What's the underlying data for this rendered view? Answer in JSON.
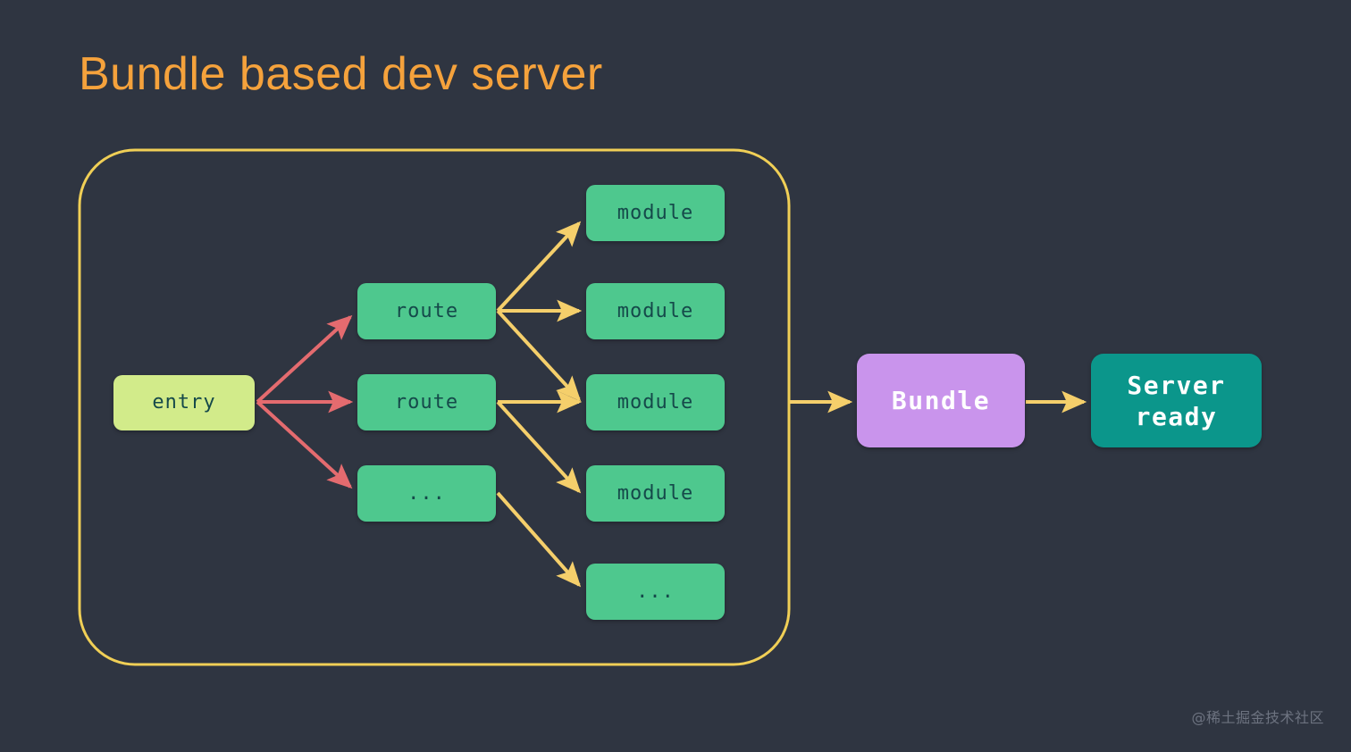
{
  "slide": {
    "title": "Bundle based dev server",
    "background_color": "#2f3541",
    "title_color": "#f5a23c",
    "watermark": "@稀土掘金技术社区"
  },
  "group_container": {
    "name": "bundle-graph-container",
    "border_color": "#f0cf56"
  },
  "colors": {
    "entry_fill": "#d2eb8a",
    "node_fill": "#4ec88e",
    "bundle_fill": "#c994ec",
    "server_fill": "#0b968b",
    "red_arrow": "#e46b6f",
    "yellow_arrow": "#f5cf6b",
    "code_text": "#15494a",
    "white_text": "#ffffff"
  },
  "nodes": {
    "entry": {
      "label": "entry"
    },
    "routes": [
      {
        "label": "route"
      },
      {
        "label": "route"
      },
      {
        "label": "..."
      }
    ],
    "modules": [
      {
        "label": "module"
      },
      {
        "label": "module"
      },
      {
        "label": "module"
      },
      {
        "label": "module"
      },
      {
        "label": "..."
      }
    ],
    "bundle": {
      "label": "Bundle"
    },
    "server": {
      "label_line1": "Server",
      "label_line2": "ready"
    }
  }
}
